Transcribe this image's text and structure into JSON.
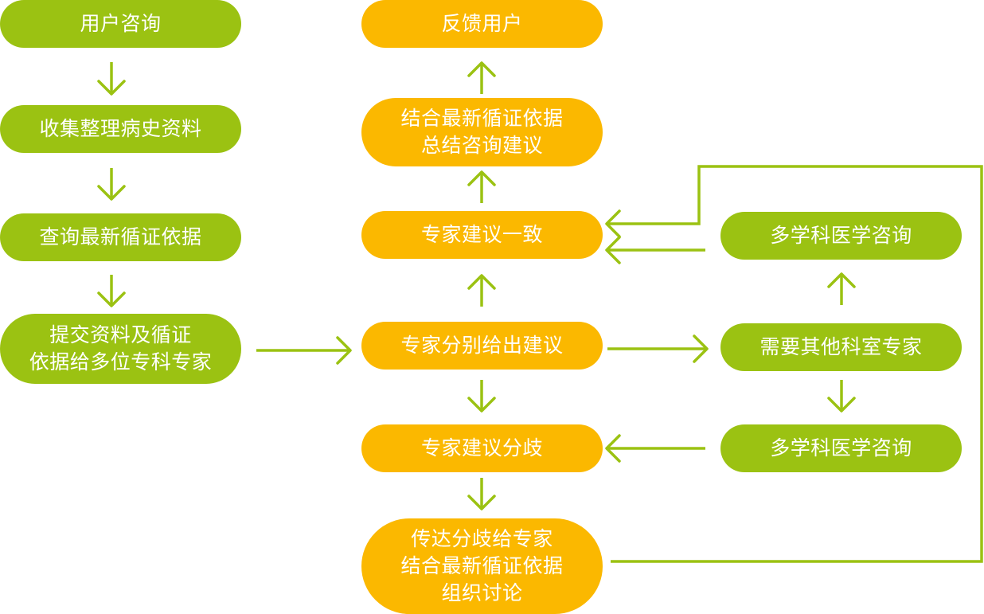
{
  "colors": {
    "green": "#9bc212",
    "orange": "#fbb800",
    "connector": "#9bc212",
    "text": "#ffffff"
  },
  "nodes": {
    "user_consult": "用户咨询",
    "collect_history": "收集整理病史资料",
    "query_evidence": "查询最新循证依据",
    "submit_to_experts": "提交资料及循证\n依据给多位专科专家",
    "feedback_user": "反馈用户",
    "summarize_advice": "结合最新循证依据\n总结咨询建议",
    "experts_agree": "专家建议一致",
    "experts_each_advise": "专家分别给出建议",
    "experts_disagree": "专家建议分歧",
    "convey_disagreement": "传达分歧给专家\n结合最新循证依据\n组织讨论",
    "mdt_consult_top": "多学科医学咨询",
    "need_other_dept": "需要其他科室专家",
    "mdt_consult_bottom": "多学科医学咨询"
  }
}
